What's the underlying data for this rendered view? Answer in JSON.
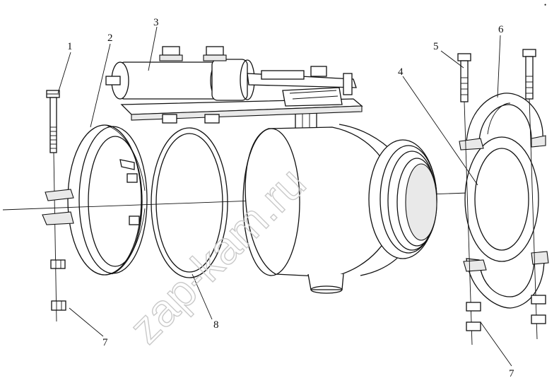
{
  "watermark": "zap-kam.ru",
  "corner_mark": "•",
  "callouts": [
    {
      "id": "1",
      "text": "1"
    },
    {
      "id": "2",
      "text": "2"
    },
    {
      "id": "3",
      "text": "3"
    },
    {
      "id": "4",
      "text": "4"
    },
    {
      "id": "5",
      "text": "5"
    },
    {
      "id": "6",
      "text": "6"
    },
    {
      "id": "7a",
      "text": "7"
    },
    {
      "id": "7b",
      "text": "7"
    },
    {
      "id": "8",
      "text": "8"
    }
  ]
}
